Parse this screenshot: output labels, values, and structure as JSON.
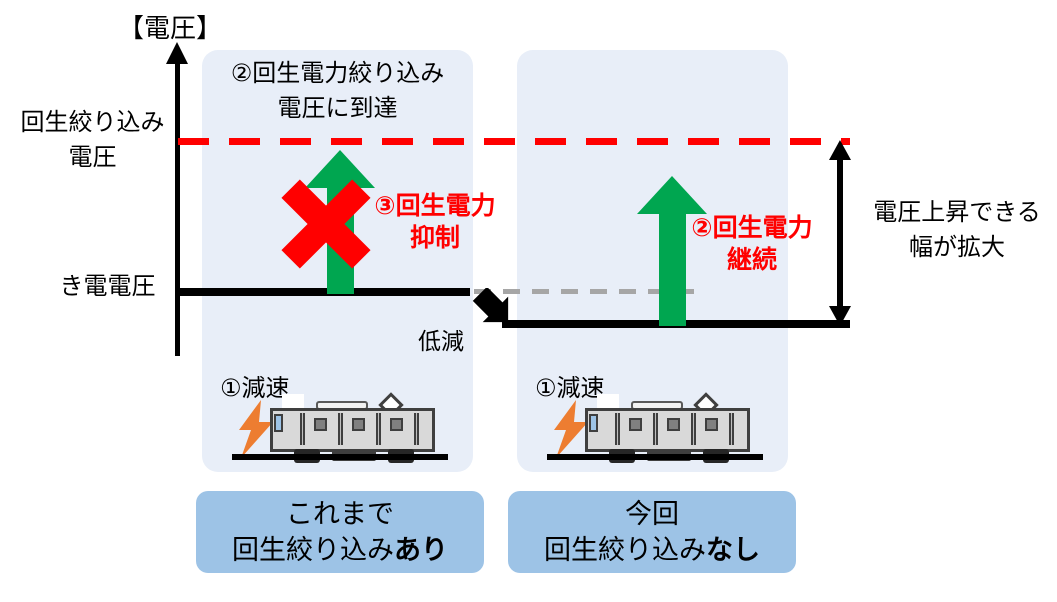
{
  "axis": {
    "title": "【電圧】",
    "threshold_label": "回生絞り込み\n電圧",
    "threshold_label_line1": "回生絞り込み",
    "threshold_label_line2": "電圧",
    "feeder_label": "き電電圧"
  },
  "left_panel": {
    "note_reach_line1": "②回生電力絞り込み",
    "note_reach_line2": "電圧に到達",
    "red_note_line1": "③回生電力",
    "red_note_line2": "抑制",
    "step_label": "①減速",
    "caption_line1": "これまで",
    "caption_line2_plain": "回生絞り込み",
    "caption_line2_bold": "あり"
  },
  "right_panel": {
    "red_note_line1": "②回生電力",
    "red_note_line2": "継続",
    "step_label": "①減速",
    "caption_line1": "今回",
    "caption_line2_plain": "回生絞り込み",
    "caption_line2_bold": "なし"
  },
  "middle": {
    "lowering_label": "低減"
  },
  "right_annotation": {
    "line1": "電圧上昇できる",
    "line2": "幅が拡大"
  },
  "colors": {
    "panel_background": "#E8EEF8",
    "caption_background": "#9DC3E6",
    "threshold_line": "#FF0000",
    "feeder_line": "#000000",
    "reference_dashed": "#A6A6A6",
    "regen_arrow": "#00A650",
    "blocked_mark": "#FF0000",
    "bolt": "#ED7D31"
  },
  "chart_data": {
    "type": "diagram",
    "title": "回生絞り込み電圧の比較",
    "ylabel": "【電圧】",
    "levels": [
      {
        "name": "回生絞り込み電圧",
        "style": "dashed",
        "color": "#FF0000",
        "shared": true
      },
      {
        "name": "き電電圧（これまで）",
        "style": "solid",
        "color": "#000000",
        "panel": "left"
      },
      {
        "name": "き電電圧（今回・低減後）",
        "style": "solid",
        "color": "#000000",
        "panel": "right"
      }
    ],
    "annotations": [
      "②回生電力絞り込み電圧に到達",
      "③回生電力抑制",
      "①減速",
      "低減",
      "②回生電力継続",
      "電圧上昇できる幅が拡大"
    ]
  }
}
